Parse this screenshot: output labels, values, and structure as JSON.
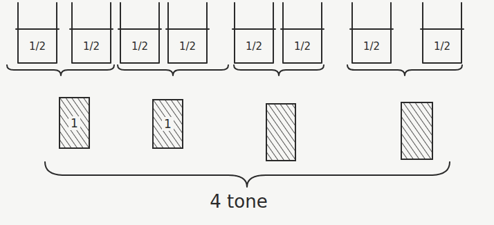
{
  "diagram": {
    "nodes": [
      {
        "text": [
          "1/2"
        ]
      },
      {
        "text": [
          "1/2"
        ]
      },
      {
        "text": [
          "1/2"
        ]
      },
      {
        "text": [
          "1/2"
        ]
      },
      {
        "text": [
          "1/2"
        ]
      },
      {
        "text": [
          "1/2"
        ]
      },
      {
        "text": [
          "1/2"
        ]
      },
      {
        "text": [
          "1/2"
        ]
      },
      {
        "text": [
          "1"
        ]
      },
      {
        "text": [
          "1"
        ]
      }
    ],
    "labels": [
      "4 tone"
    ]
  }
}
